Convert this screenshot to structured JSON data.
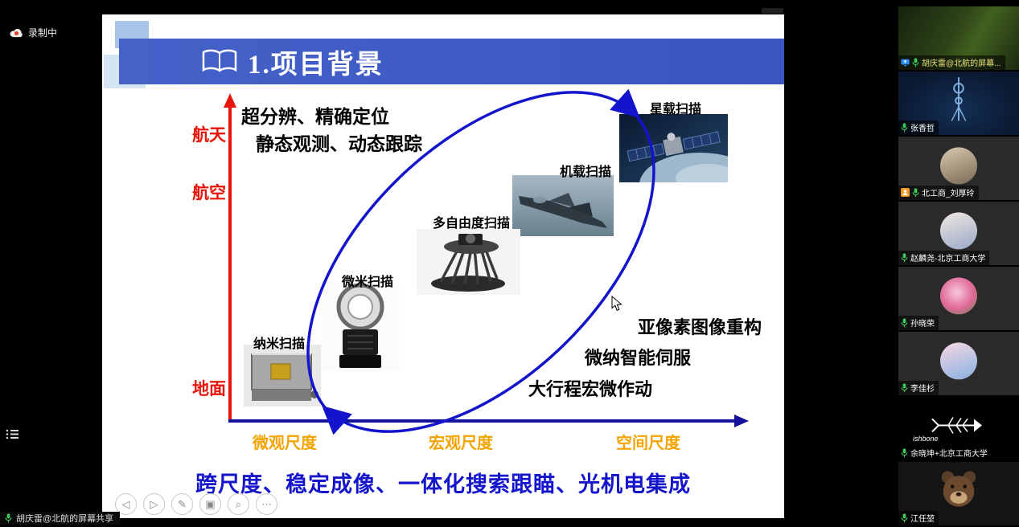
{
  "meeting": {
    "recording_label": "录制中",
    "share_label": "胡庆雷@北航的屏幕共享",
    "participants": [
      {
        "name": "胡庆雷@北航的屏幕..."
      },
      {
        "name": "张香哲"
      },
      {
        "name": "北工商_刘厚玲"
      },
      {
        "name": "赵麟尧-北京工商大学"
      },
      {
        "name": "孙晓荣"
      },
      {
        "name": "李佳杉"
      },
      {
        "name": "余晓坤+北京工商大学",
        "overlay_text": "ishbone"
      },
      {
        "name": "江任堃"
      }
    ]
  },
  "slide": {
    "title": "1.项目背景",
    "top_lines": [
      "超分辨、精确定位",
      "静态观测、动态跟踪"
    ],
    "y_axis_labels": [
      "航天",
      "航空",
      "地面"
    ],
    "x_axis_labels": [
      "微观尺度",
      "宏观尺度",
      "空间尺度"
    ],
    "item_labels": {
      "satellite": "星载扫描",
      "airborne": "机载扫描",
      "multidof": "多自由度扫描",
      "micro": "微米扫描",
      "nano": "纳米扫描"
    },
    "right_lines": [
      "亚像素图像重构",
      "微纳智能伺服",
      "大行程宏微作动"
    ],
    "bottom_line": "跨尺度、稳定成像、一体化搜索跟瞄、光机电集成"
  },
  "toolbar": {
    "buttons": [
      {
        "name": "prev",
        "glyph": "◁"
      },
      {
        "name": "next",
        "glyph": "▷"
      },
      {
        "name": "pen",
        "glyph": "✎"
      },
      {
        "name": "shapes",
        "glyph": "▣"
      },
      {
        "name": "magnifier",
        "glyph": "⌕"
      },
      {
        "name": "more",
        "glyph": "⋯"
      }
    ]
  },
  "colors": {
    "banner_blue": "#3f5ec9",
    "axis_red": "#e8150a",
    "axis_navy": "#12129a",
    "ellipse_blue": "#1414cc",
    "scale_orange": "#f3a400",
    "bottom_blue": "#1515cc",
    "mic_green": "#3ec75a"
  }
}
